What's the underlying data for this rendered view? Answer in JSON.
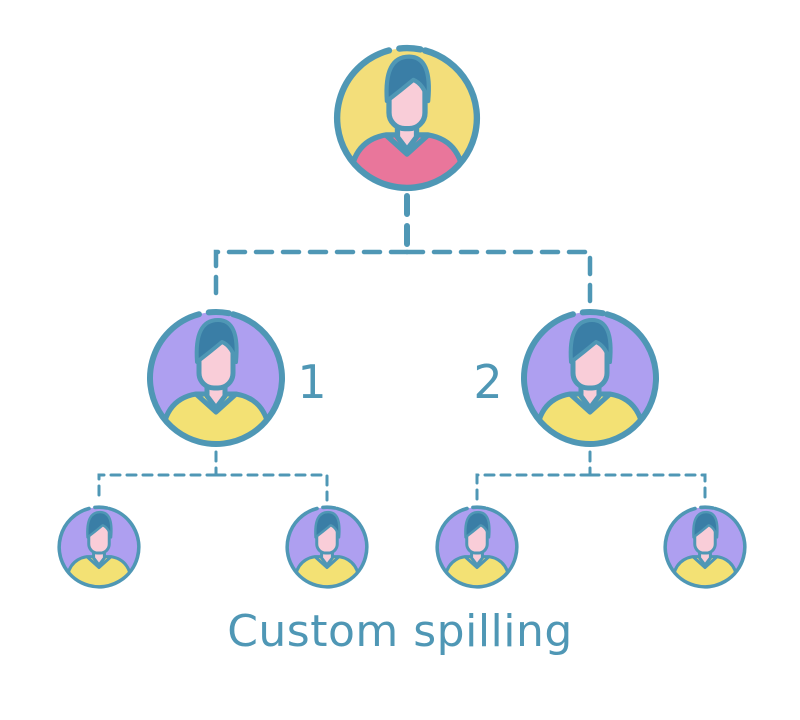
{
  "diagram": {
    "caption": "Custom spilling",
    "colors": {
      "outline": "#4f97b5",
      "hair": "#3a7ea6",
      "skin": "#f9cdd8",
      "top_bg": "#f3de7a",
      "top_shirt": "#e9769b",
      "mid_bg": "#ae9ff0",
      "mid_shirt": "#f3e174"
    },
    "nodes": [
      {
        "id": "root",
        "level": 0,
        "label": ""
      },
      {
        "id": "left",
        "level": 1,
        "label": "1"
      },
      {
        "id": "right",
        "level": 1,
        "label": "2"
      },
      {
        "id": "left-child-1",
        "level": 2,
        "label": ""
      },
      {
        "id": "left-child-2",
        "level": 2,
        "label": ""
      },
      {
        "id": "right-child-1",
        "level": 2,
        "label": ""
      },
      {
        "id": "right-child-2",
        "level": 2,
        "label": ""
      }
    ],
    "edges": [
      [
        "root",
        "left"
      ],
      [
        "root",
        "right"
      ],
      [
        "left",
        "left-child-1"
      ],
      [
        "left",
        "left-child-2"
      ],
      [
        "right",
        "right-child-1"
      ],
      [
        "right",
        "right-child-2"
      ]
    ]
  }
}
